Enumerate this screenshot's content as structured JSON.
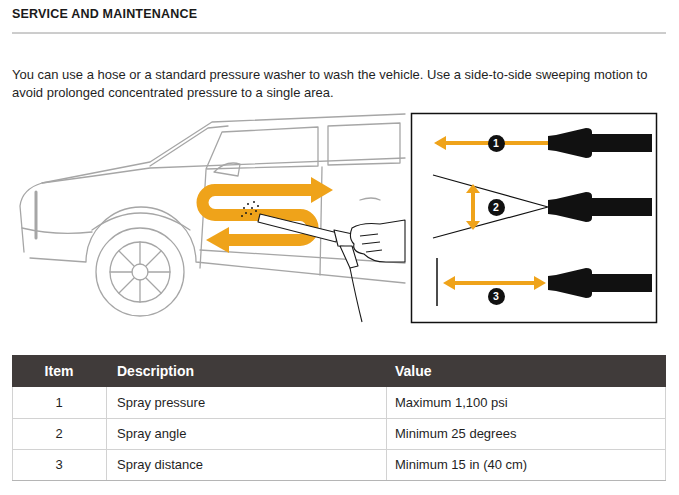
{
  "diagram": {
    "title": "SERVICE AND MAINTENANCE",
    "nodes": [
      {
        "text": [
          "1"
        ]
      },
      {
        "text": [
          "2"
        ]
      },
      {
        "text": [
          "3"
        ]
      }
    ],
    "labels": [
      "You can use a hose or a standard pressure washer to wash the vehicle. Use a side-to-side sweeping motion to avoid prolonged concentrated pressure to a single area.",
      "Item",
      "Description",
      "Value",
      "1",
      "Spray pressure",
      "Maximum 1,100 psi",
      "2",
      "Spray angle",
      "Minimum 25 degrees",
      "3",
      "Spray distance",
      "Minimum 15 in (40 cm)"
    ]
  }
}
